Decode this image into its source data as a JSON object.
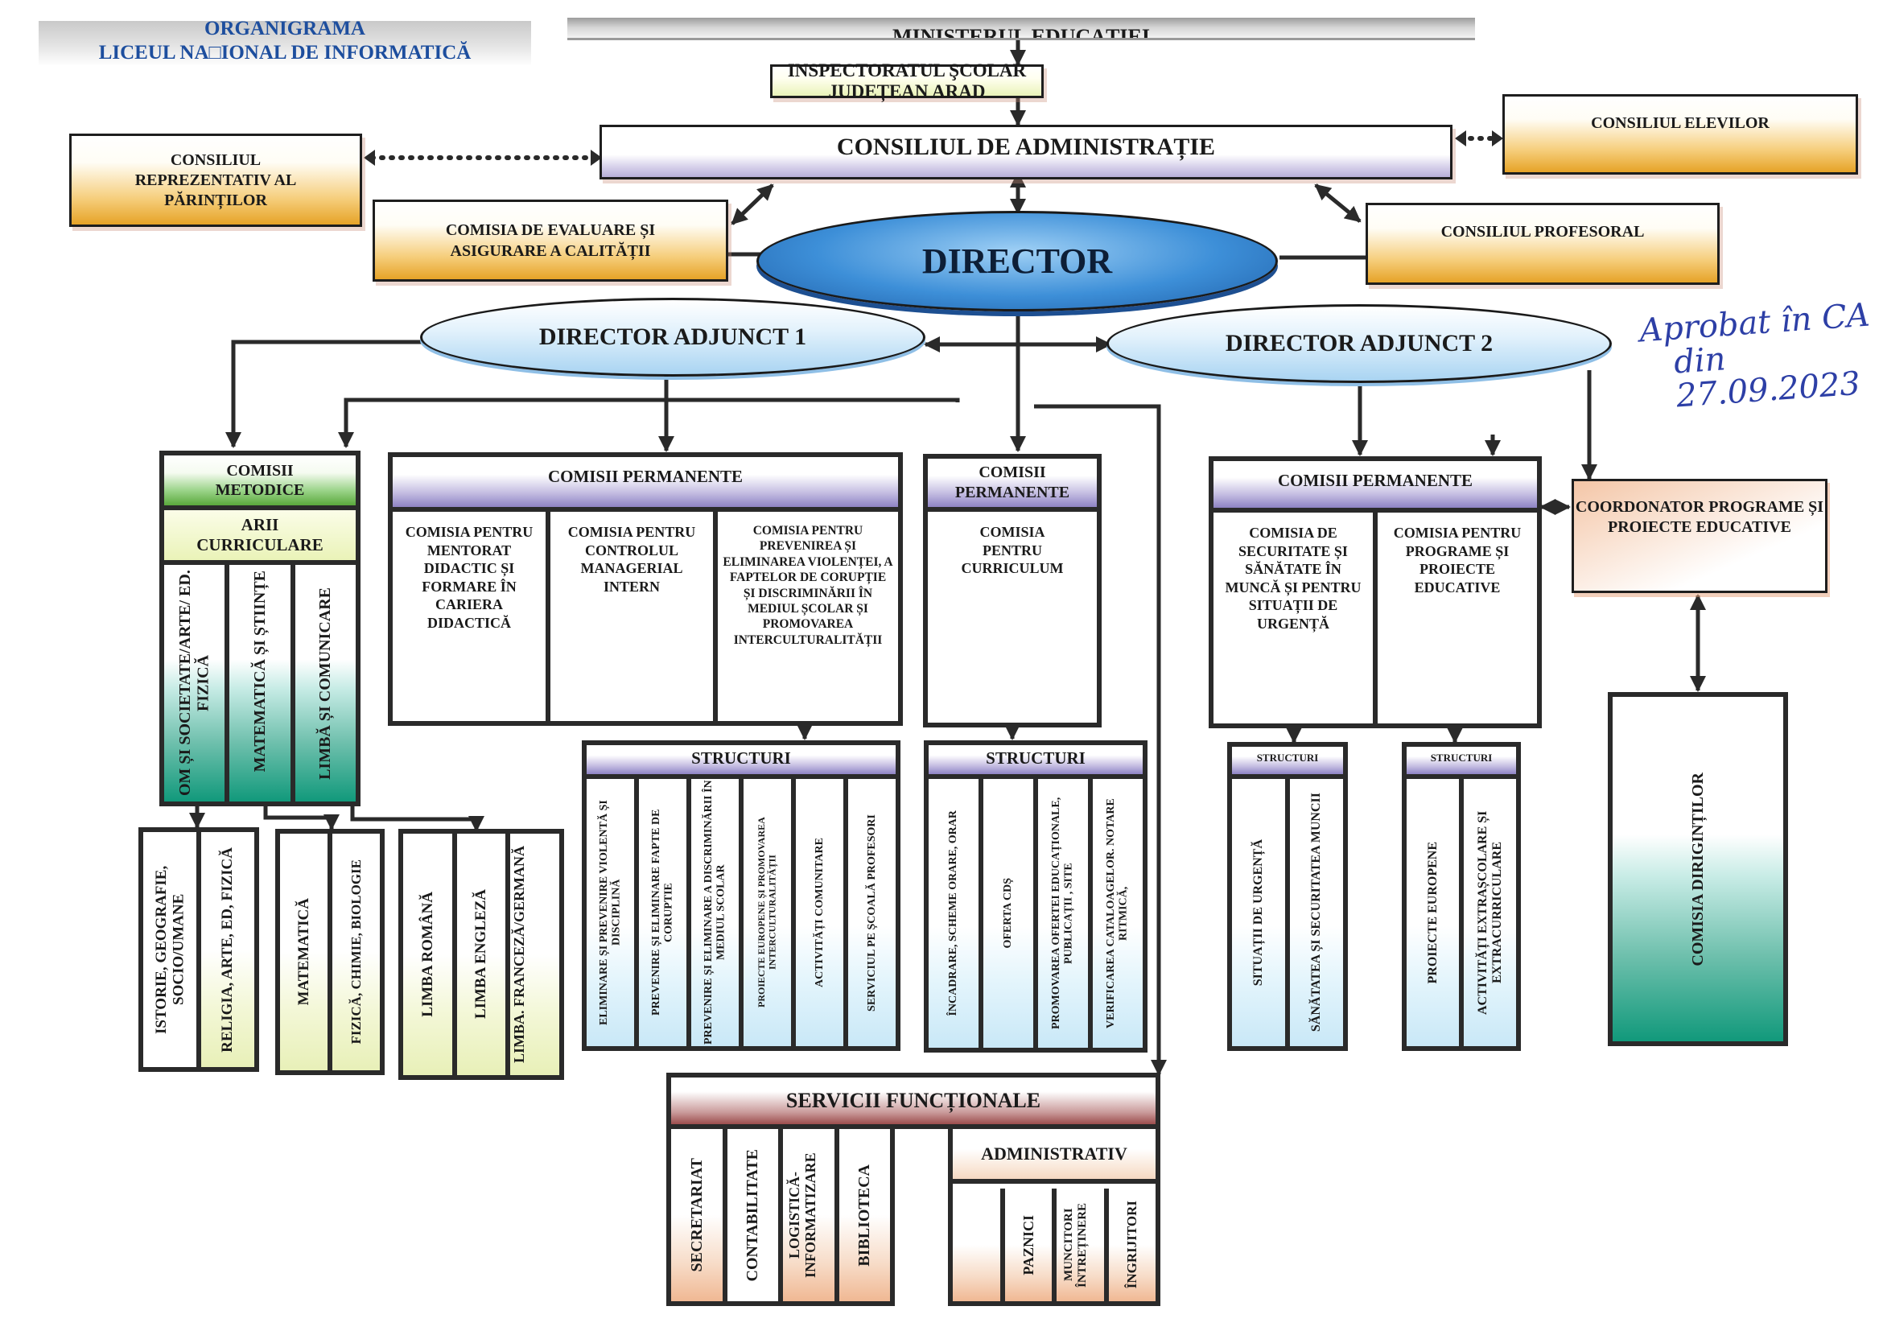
{
  "header": {
    "title": "ORGANIGRAMA",
    "subtitle": "LICEUL NA□IONAL DE INFORMATICĂ"
  },
  "top_chain": {
    "ministry": "MINISTERUL EDUCAȚIEI",
    "inspectorate": "INSPECTORATUL ŞCOLAR JUDEȚEAN ARAD",
    "board": "CONSILIUL DE ADMINISTRAȚIE"
  },
  "side_boxes": {
    "parents": "CONSILIUL REPREZENTATIV AL PĂRINȚILOR",
    "students": "CONSILIUL ELEVILOR",
    "quality": "COMISIA DE EVALUARE ȘI ASIGURARE A CALITĂȚII",
    "teachers": "CONSILIUL PROFESORAL"
  },
  "leadership": {
    "director": "DIRECTOR",
    "deputy1": "DIRECTOR ADJUNCT 1",
    "deputy2": "DIRECTOR ADJUNCT 2"
  },
  "approval_note": {
    "line1": "Aprobat în CA",
    "line2": "din 27.09.2023"
  },
  "metodice": {
    "title": "COMISII METODICE",
    "subtitle": "ARII CURRICULARE",
    "areas": [
      "OM ȘI SOCIETATE/ARTE/ ED. FIZICĂ",
      "MATEMATICĂ ȘI ȘTIINȚE",
      "LIMBĂ ȘI COMUNICARE"
    ],
    "groups": [
      {
        "items": [
          "ISTORIE, GEOGRAFIE, SOCIO/UMANE",
          "RELIGIA, ARTE, ED, FIZICĂ"
        ]
      },
      {
        "items": [
          "MATEMATICĂ",
          "FIZICĂ, CHIMIE, BIOLOGIE"
        ]
      },
      {
        "items": [
          "LIMBA  ROMÂNĂ",
          "LIMBA ENGLEZĂ",
          "LIMBA. FRANCEZĂ/GERMANĂ"
        ]
      }
    ]
  },
  "permanente_1": {
    "title": "COMISII PERMANENTE",
    "items": [
      "COMISIA PENTRU MENTORAT DIDACTIC ȘI FORMARE ÎN CARIERA DIDACTICĂ",
      "COMISIA PENTRU CONTROLUL MANAGERIAL INTERN",
      "COMISIA PENTRU PREVENIREA ȘI ELIMINAREA VIOLENȚEI, A FAPTELOR DE CORUPȚIE ȘI DISCRIMINĂRII ÎN MEDIUL ȘCOLAR ȘI PROMOVAREA INTERCULTURALITĂȚII"
    ]
  },
  "structuri_1": {
    "title": "STRUCTURI",
    "items": [
      "ELIMINARE ȘI PREVENIRE VIOLENTĂ ȘI DISCIPLINĂ",
      "PREVENIRE ȘI ELIMINARE FAPTE DE CORUPTIE",
      "PREVENIRE ȘI ELIMINARE A DISCRIMINĂRII ÎN MEDIUL SCOLAR",
      "PROIECTE EUROPENE ȘI PROMOVAREA INTERCULTURALITĂȚII",
      "ACTIVITĂȚI  COMUNITARE",
      "SERVICIUL PE  ȘCOALĂ  PROFESORI"
    ]
  },
  "permanente_curriculum": {
    "title": "COMISII PERMANENTE",
    "items": [
      "COMISIA PENTRU CURRICULUM"
    ]
  },
  "structuri_2": {
    "title": "STRUCTURI",
    "items": [
      "ÎNCADRARE, SCHEME ORARE, ORAR",
      "OFERTA CDȘ",
      "PROMOVAREA OFERTEI EDUCAȚIONALE, PUBLICAȚII , SITE",
      "VERIFICAREA CATALOAGELOR. NOTARE RITMICĂ,"
    ]
  },
  "permanente_2": {
    "title": "COMISII PERMANENTE",
    "items": [
      "COMISIA DE SECURITATE ȘI SĂNĂTATE ÎN MUNCĂ ȘI PENTRU SITUAȚII DE URGENȚĂ",
      "COMISIA PENTRU PROGRAME ȘI PROIECTE EDUCATIVE"
    ]
  },
  "structuri_3": {
    "title": "STRUCTURI",
    "items": [
      "SITUAȚII DE URGENȚĂ",
      "SĂNĂTATEA ȘI SECURITATEA MUNCII"
    ]
  },
  "structuri_4": {
    "title": "STRUCTURI",
    "items": [
      "PROIECTE EUROPENE",
      "ACTIVITĂȚI EXTRAȘCOLARE ȘI EXTRACURRICULARE"
    ]
  },
  "coordonator": "COORDONATOR PROGRAME ȘI PROIECTE  EDUCATIVE",
  "diriginti": "COMISIA DIRIGINȚILOR",
  "servicii": {
    "title": "SERVICII FUNCȚIONALE",
    "items": [
      "SECRETARIAT",
      "CONTABILITATE",
      "LOGISTICĂ-INFORMATIZARE",
      "BIBLIOTECA"
    ],
    "admin_title": "ADMINISTRATIV",
    "admin_items": [
      "",
      "PAZNICI",
      "MUNCITORI ÎNTREȚINERE",
      "ÎNGRIJITORI"
    ]
  }
}
